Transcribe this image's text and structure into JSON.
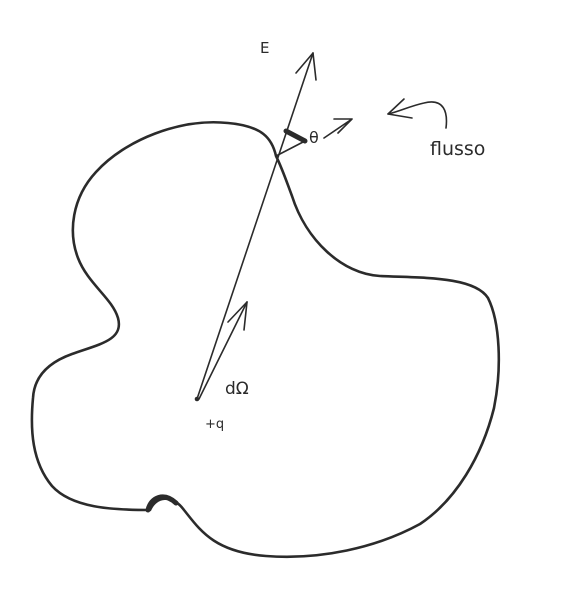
{
  "labels": {
    "field": "E",
    "angle": "θ",
    "flux": "flusso",
    "solid_angle": "dΩ",
    "charge": "+q"
  },
  "colors": {
    "ink": "#2b2b2b",
    "background": "#ffffff"
  }
}
